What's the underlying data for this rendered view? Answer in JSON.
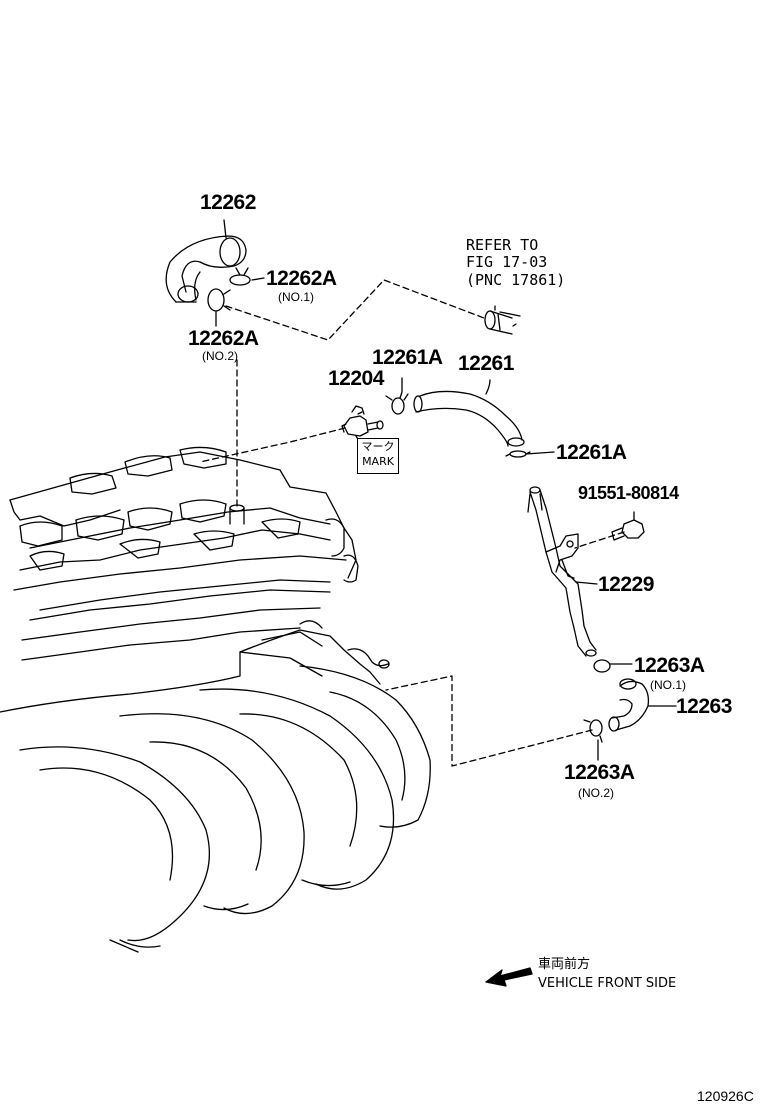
{
  "parts": {
    "p12262": "12262",
    "p12262A_no1": "12262A",
    "p12262A_no1_sub": "(NO.1)",
    "p12262A_no2": "12262A",
    "p12262A_no2_sub": "(NO.2)",
    "p12204": "12204",
    "p12261A_top": "12261A",
    "p12261": "12261",
    "p12261A_right": "12261A",
    "p91551": "91551-80814",
    "p12229": "12229",
    "p12263A_no1": "12263A",
    "p12263A_no1_sub": "(NO.1)",
    "p12263": "12263",
    "p12263A_no2": "12263A",
    "p12263A_no2_sub": "(NO.2)"
  },
  "reference": {
    "line1": "REFER TO",
    "line2": "FIG 17-03",
    "line3": "(PNC 17861)"
  },
  "mark_label": {
    "jp": "マーク",
    "en": "MARK"
  },
  "vehicle_front": {
    "jp": "車両前方",
    "en": "VEHICLE FRONT SIDE"
  },
  "figure_number": "120926C"
}
